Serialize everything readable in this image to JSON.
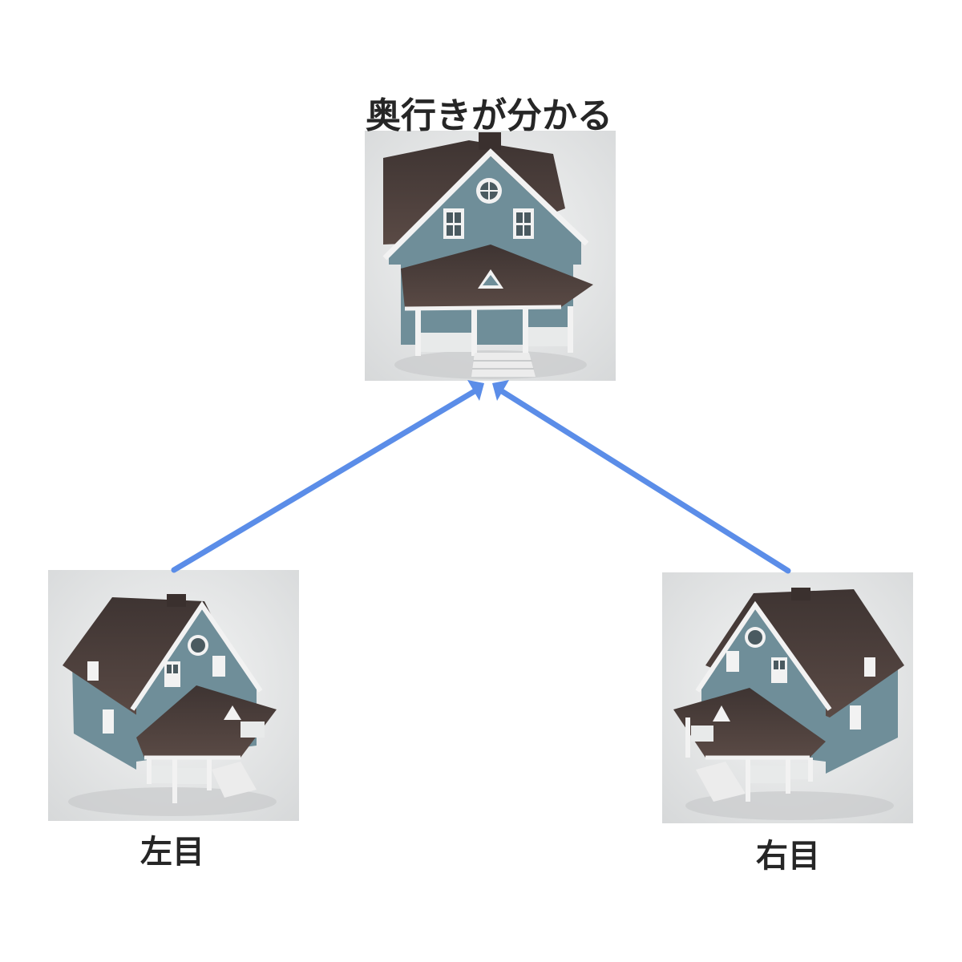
{
  "labels": {
    "top": "奥行きが分かる",
    "left": "左目",
    "right": "右目"
  },
  "colors": {
    "arrow": "#5B8DE8",
    "panel_bg": "#E3E5E6",
    "wall": "#6F8E99",
    "roof": "#4A3D39",
    "trim": "#F2F2F2",
    "label_text": "#262626"
  },
  "images": {
    "top": "house-front-view",
    "left": "house-left-eye-view",
    "right": "house-right-eye-view"
  }
}
